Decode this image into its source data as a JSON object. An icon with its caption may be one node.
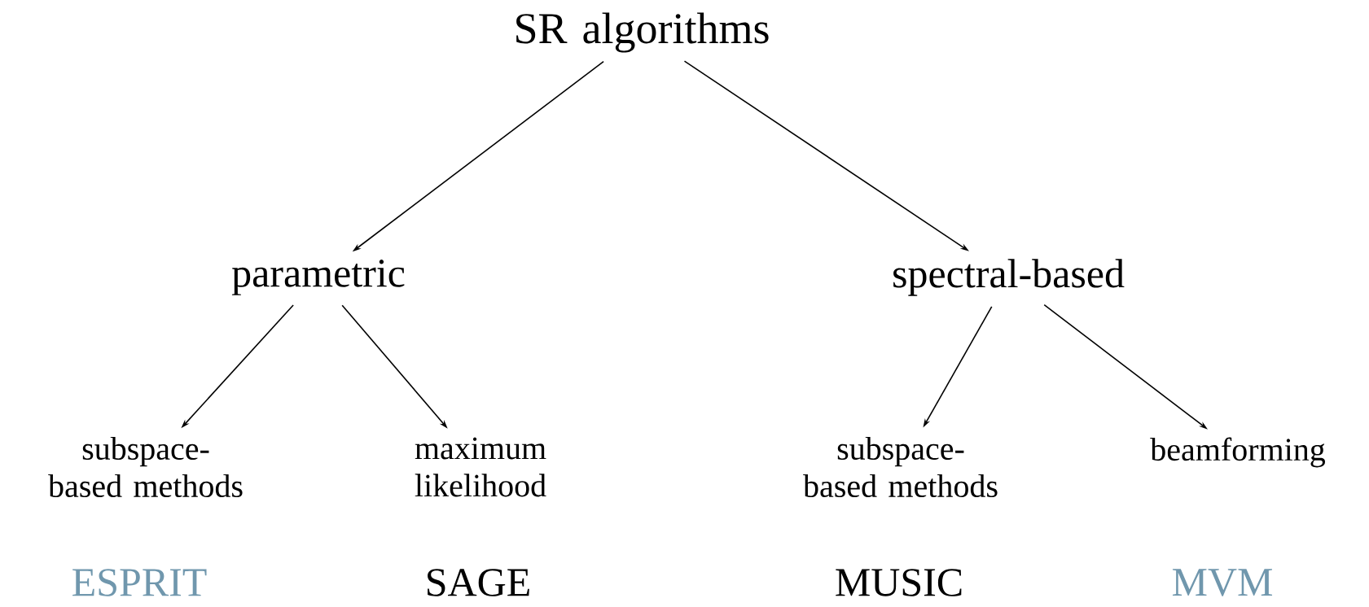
{
  "diagram": {
    "nodes": [
      {
        "text": [
          "SR algorithms"
        ]
      },
      {
        "text": [
          "parametric"
        ]
      },
      {
        "text": [
          "spectral-based"
        ]
      },
      {
        "text": [
          "subspace-based methods"
        ],
        "beside": [
          "ESPRIT"
        ]
      },
      {
        "text": [
          "maximum likelihood"
        ],
        "beside": [
          "SAGE"
        ]
      },
      {
        "text": [
          "subspace-based methods"
        ],
        "beside": [
          "MUSIC"
        ]
      },
      {
        "text": [
          "beamforming"
        ],
        "beside": [
          "MVM"
        ]
      }
    ],
    "edges": [
      {
        "from": 0,
        "to": 1,
        "arrow": "to"
      },
      {
        "from": 0,
        "to": 2,
        "arrow": "to"
      },
      {
        "from": 1,
        "to": 3,
        "arrow": "to"
      },
      {
        "from": 1,
        "to": 4,
        "arrow": "to"
      },
      {
        "from": 2,
        "to": 5,
        "arrow": "to"
      },
      {
        "from": 2,
        "to": 6,
        "arrow": "to"
      }
    ]
  }
}
